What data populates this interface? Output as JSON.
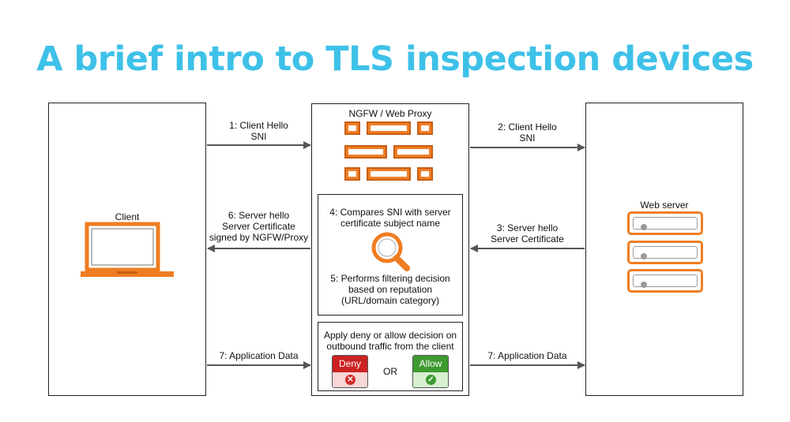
{
  "title": "A brief intro to TLS inspection devices",
  "client": {
    "label": "Client"
  },
  "proxy": {
    "label": "NGFW / Web Proxy"
  },
  "server": {
    "label": "Web server"
  },
  "arrows": {
    "step1": {
      "line1": "1: Client Hello",
      "line2": "SNI"
    },
    "step2": {
      "line1": "2: Client Hello",
      "line2": "SNI"
    },
    "step3": {
      "line1": "3: Server hello",
      "line2": "Server Certificate"
    },
    "step6": {
      "line1": "6: Server hello",
      "line2": "Server Certificate",
      "line3": "signed by NGFW/Proxy"
    },
    "step7_left": "7: Application Data",
    "step7_right": "7: Application Data"
  },
  "inspection": {
    "step4": {
      "line1": "4: Compares SNI with server",
      "line2": "certificate subject name"
    },
    "step5": {
      "line1": "5: Performs filtering decision",
      "line2": "based on reputation",
      "line3": "(URL/domain category)"
    }
  },
  "decision": {
    "line1": "Apply deny or allow decision on",
    "line2": "outbound traffic from the client",
    "deny_label": "Deny",
    "or_label": "OR",
    "allow_label": "Allow"
  },
  "colors": {
    "title": "#3ec1e8",
    "accent": "#f07e26",
    "deny": "#cc2222",
    "allow": "#3d9a2f"
  },
  "icons": [
    "laptop-icon",
    "firewall-brick-icon",
    "magnifier-icon",
    "server-icon",
    "deny-x-icon",
    "allow-check-icon"
  ]
}
